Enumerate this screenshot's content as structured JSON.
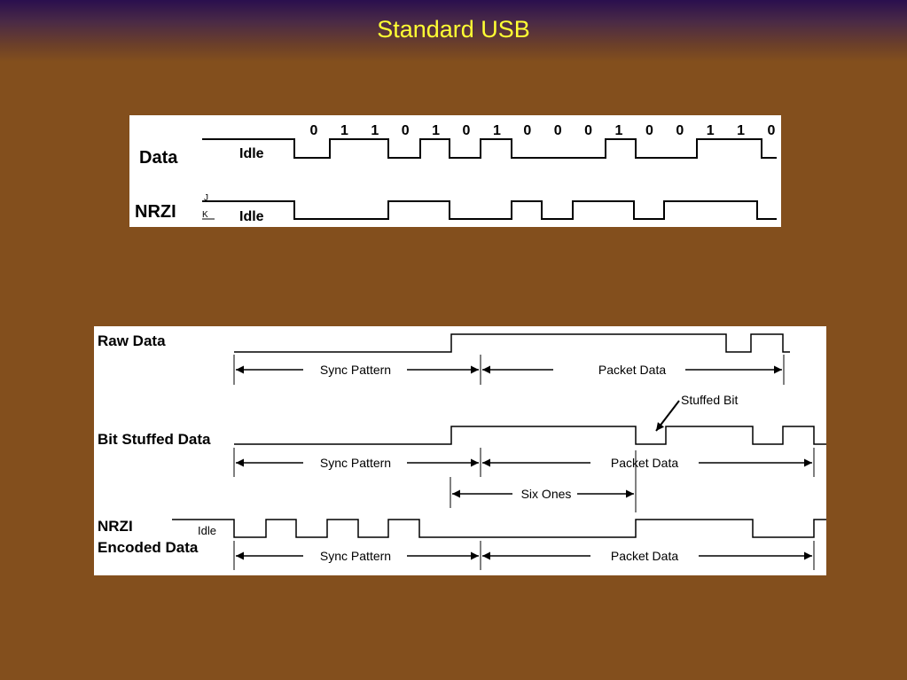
{
  "slide": {
    "title": "Standard USB"
  },
  "nrzi_diagram": {
    "data_label": "Data",
    "nrzi_label": "NRZI",
    "idle_label": "Idle",
    "j_label": "J",
    "k_label": "K",
    "bits": [
      "0",
      "1",
      "1",
      "0",
      "1",
      "0",
      "1",
      "0",
      "0",
      "0",
      "1",
      "0",
      "0",
      "1",
      "1",
      "0"
    ]
  },
  "stuffing_diagram": {
    "raw_label": "Raw Data",
    "stuffed_label": "Bit Stuffed Data",
    "nrzi_label_line1": "NRZI",
    "nrzi_label_line2": "Encoded Data",
    "idle_label": "Idle",
    "sync_pattern": "Sync Pattern",
    "packet_data": "Packet Data",
    "six_ones": "Six Ones",
    "stuffed_bit": "Stuffed Bit"
  },
  "colors": {
    "background": "#834f1d",
    "title": "#ffff33",
    "panel": "#ffffff",
    "ink": "#000000"
  }
}
